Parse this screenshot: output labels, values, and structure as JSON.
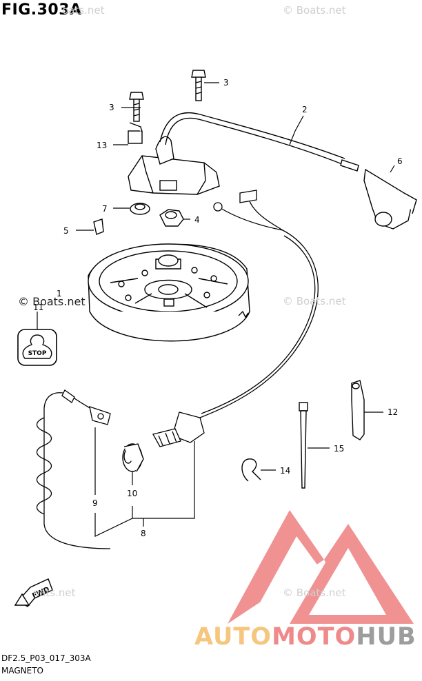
{
  "figure": {
    "title": "FIG.303A",
    "code": "DF2.5_P03_017_303A",
    "name": "MAGNETO"
  },
  "watermarks": {
    "text": "© Boats.net",
    "partial": "oats.net"
  },
  "callouts": [
    "1",
    "2",
    "3",
    "3",
    "4",
    "5",
    "6",
    "7",
    "8",
    "9",
    "10",
    "11",
    "12",
    "13",
    "14",
    "15"
  ],
  "stop_label": "STOP",
  "fwd_label": "FWD",
  "logo": {
    "part1": "AUTO",
    "part2": "MOTO",
    "part3": "HUB"
  },
  "colors": {
    "line": "#000000",
    "logo_red": "#ef7d7d",
    "logo_yellow": "#f5c77e",
    "logo_gray": "#9d9d9d"
  }
}
